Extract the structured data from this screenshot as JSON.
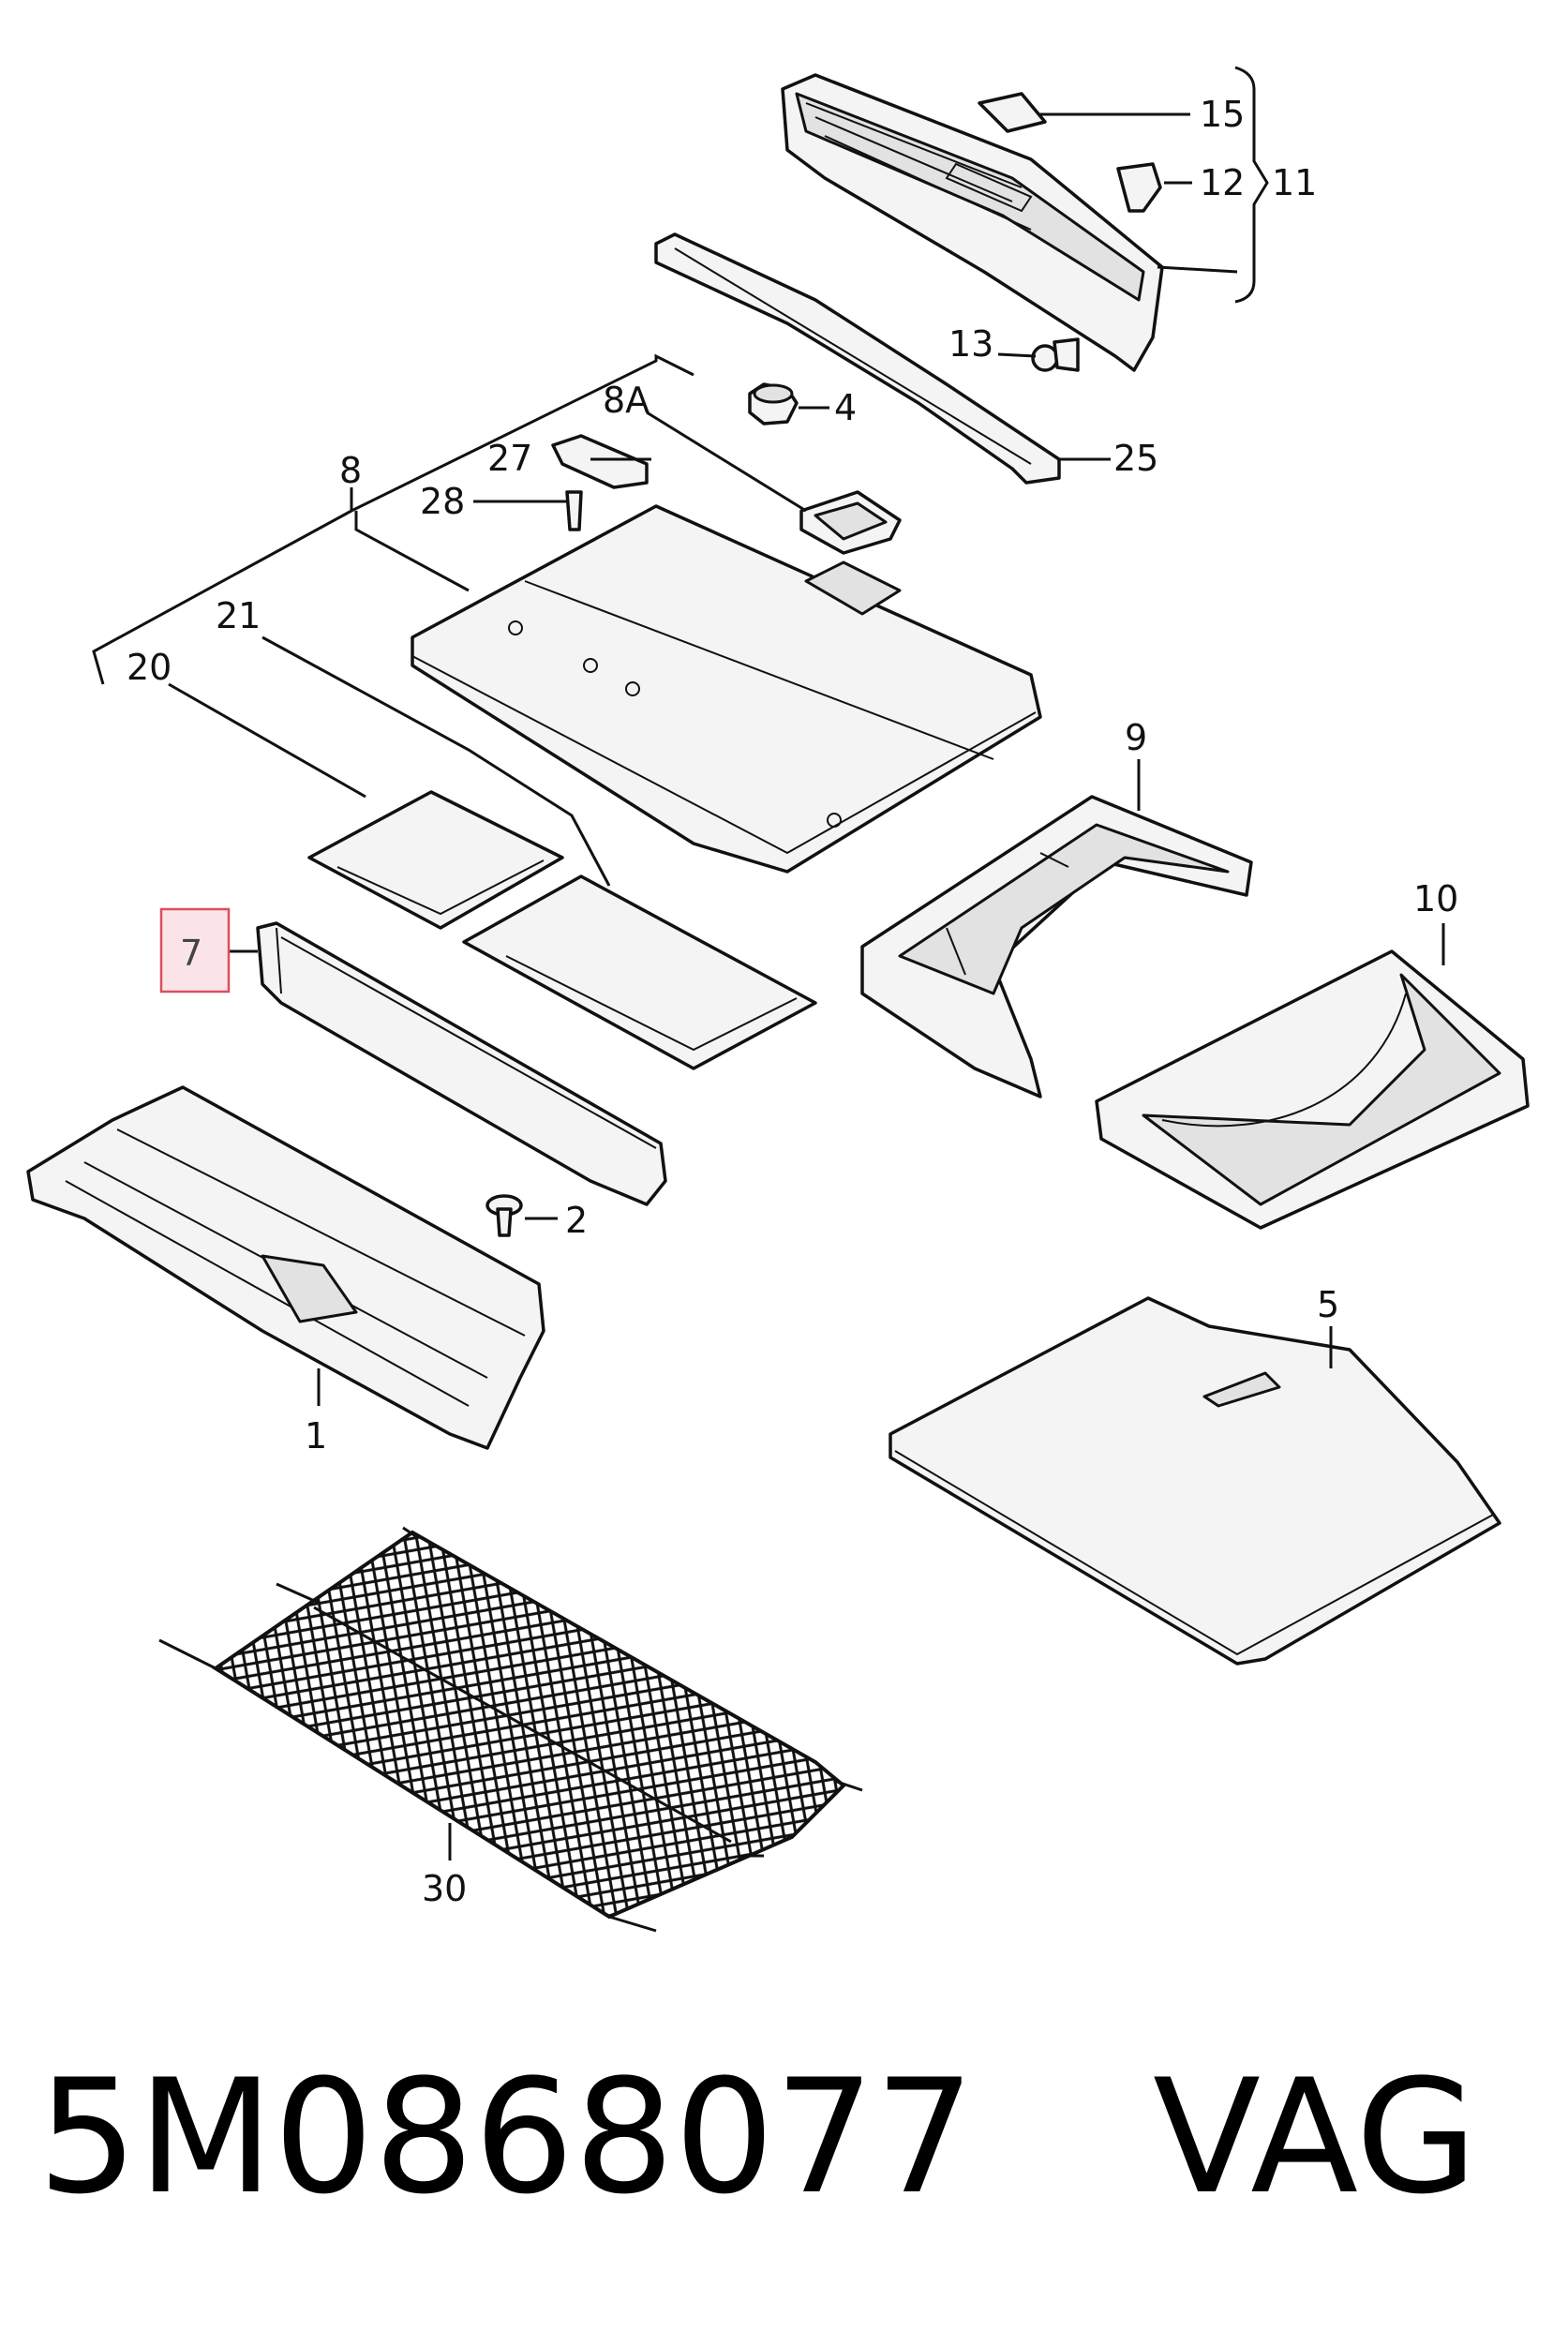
{
  "callouts": {
    "c1": "1",
    "c2": "2",
    "c4": "4",
    "c5": "5",
    "c7": "7",
    "c8": "8",
    "c8a": "8A",
    "c9": "9",
    "c10": "10",
    "c11": "11",
    "c12": "12",
    "c13": "13",
    "c15": "15",
    "c20": "20",
    "c21": "21",
    "c25": "25",
    "c27": "27",
    "c28": "28",
    "c30": "30"
  },
  "highlighted_callout": "7",
  "highlight_color": "#d9505f",
  "footer": {
    "part_number": "5M0868077",
    "brand": "VAG"
  }
}
